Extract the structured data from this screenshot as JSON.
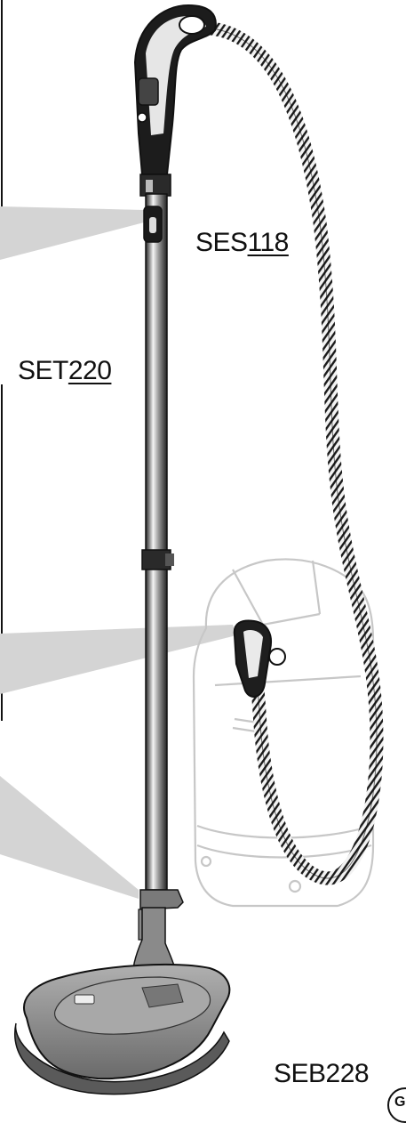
{
  "labels": {
    "hose": {
      "prefix": "SES",
      "number": "118"
    },
    "wand": {
      "prefix": "SET",
      "number": "220"
    },
    "powerhead": "SEB228"
  },
  "page_marker": "GB",
  "colors": {
    "callout_fill": "#d4d4d4",
    "ink": "#111111",
    "canister_outline": "#c7c7c7",
    "powerhead_fill": "#8e8e8e"
  }
}
